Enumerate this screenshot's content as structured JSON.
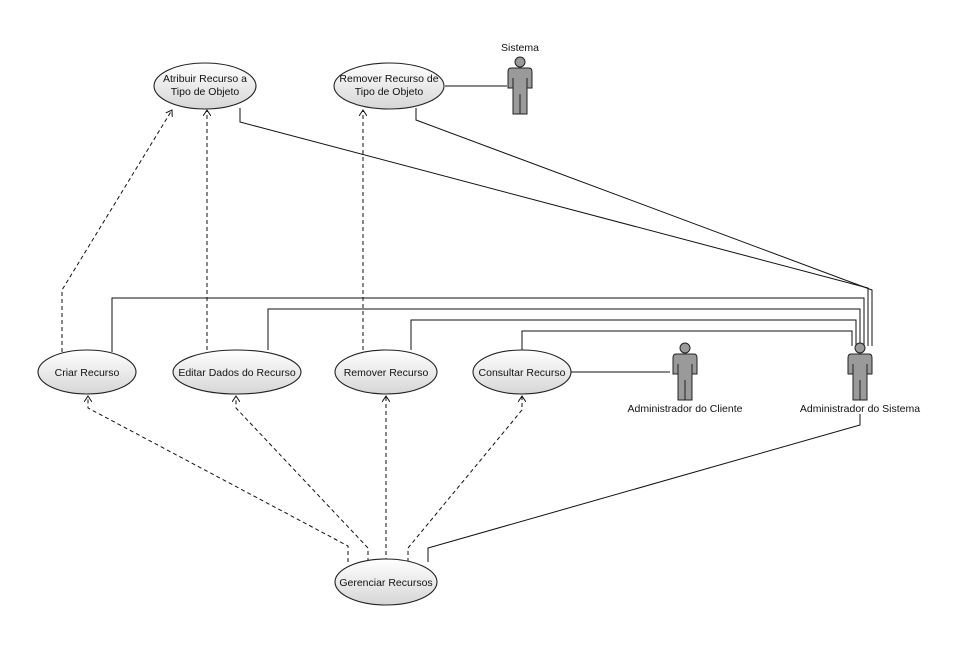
{
  "use_cases": {
    "atribuir": [
      "Atribuir Recurso a",
      "Tipo de Objeto"
    ],
    "remover_tipo": [
      "Remover Recurso de",
      "Tipo de Objeto"
    ],
    "criar": [
      "Criar Recurso"
    ],
    "editar": [
      "Editar Dados do Recurso"
    ],
    "remover": [
      "Remover Recurso"
    ],
    "consultar": [
      "Consultar Recurso"
    ],
    "gerenciar": [
      "Gerenciar Recursos"
    ]
  },
  "actors": {
    "sistema": "Sistema",
    "admin_cliente": "Administrador do Cliente",
    "admin_sistema": "Administrador do Sistema"
  },
  "colors": {
    "use_case_fill_top": "#ffffff",
    "use_case_fill_bottom": "#d8d8d8",
    "actor_fill": "#9a9a9a",
    "line": "#111111"
  }
}
